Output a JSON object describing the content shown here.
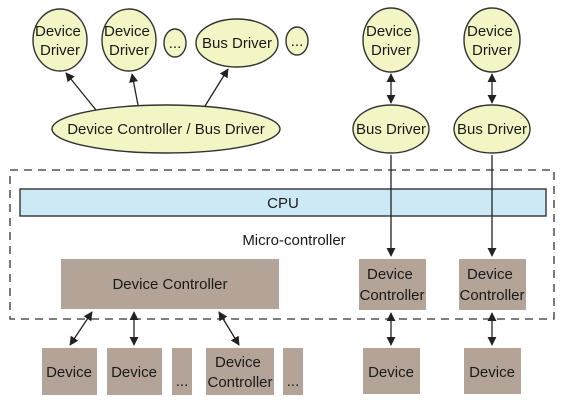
{
  "colors": {
    "ellipse_fill": "#f3f6c4",
    "box_fill": "#b3a497",
    "cpu_fill": "#cde9f5",
    "stroke": "#333333"
  },
  "top_left": {
    "device_driver_1": [
      "Device",
      "Driver"
    ],
    "device_driver_2": [
      "Device",
      "Driver"
    ],
    "ellipsis_1": "...",
    "bus_driver": "Bus Driver",
    "ellipsis_2": "...",
    "device_controller_bus_driver": "Device Controller / Bus Driver"
  },
  "right_column_1": {
    "device_driver": [
      "Device",
      "Driver"
    ],
    "bus_driver": "Bus Driver",
    "device_controller": [
      "Device",
      "Controller"
    ],
    "device": "Device"
  },
  "right_column_2": {
    "device_driver": [
      "Device",
      "Driver"
    ],
    "bus_driver": "Bus Driver",
    "device_controller": [
      "Device",
      "Controller"
    ],
    "device": "Device"
  },
  "micro_controller": {
    "cpu_label": "CPU",
    "region_label": "Micro-controller",
    "device_controller": "Device Controller"
  },
  "bottom_left": {
    "device_1": "Device",
    "device_2": "Device",
    "ellipsis_1": "...",
    "device_controller": [
      "Device",
      "Controller"
    ],
    "ellipsis_2": "..."
  }
}
